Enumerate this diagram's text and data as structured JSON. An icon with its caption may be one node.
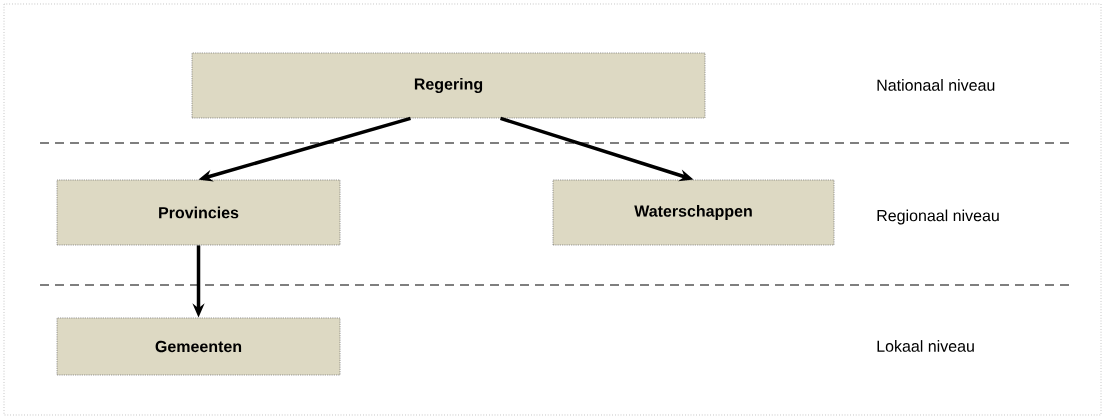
{
  "diagram": {
    "nodes": [
      {
        "text": [
          "Regering"
        ]
      },
      {
        "text": [
          "Provincies"
        ]
      },
      {
        "text": [
          "Waterschappen"
        ]
      },
      {
        "text": [
          "Gemeenten"
        ]
      }
    ],
    "edges": [
      {
        "from": 0,
        "to": 1,
        "arrow": "to"
      },
      {
        "from": 0,
        "to": 2,
        "arrow": "to"
      },
      {
        "from": 1,
        "to": 3,
        "arrow": "to"
      }
    ],
    "labels": [
      "Nationaal niveau",
      "Regionaal niveau",
      "Lokaal niveau"
    ]
  }
}
